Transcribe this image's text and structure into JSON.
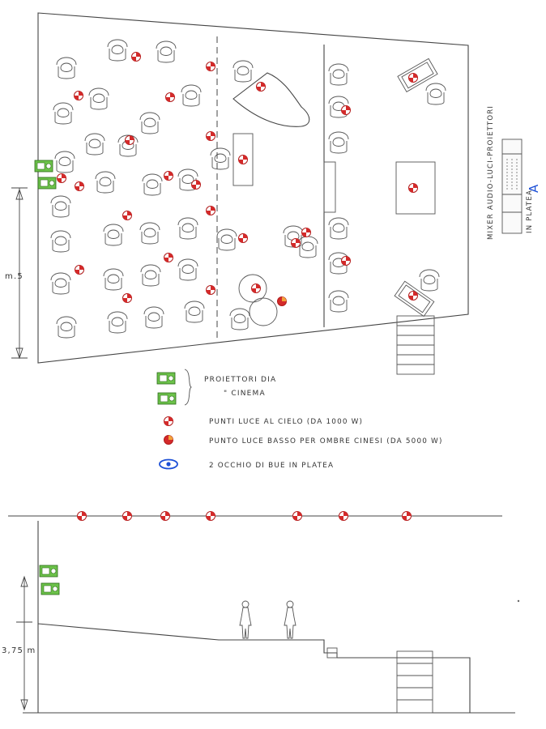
{
  "plan": {
    "dimension_label": "m.5",
    "mixer_label": "MIXER AUDIO-LUCI-PROIETTORI",
    "mixer_label_2": "IN PLATEA",
    "mixer_letter": "A"
  },
  "legend": {
    "projectors_line1": "PROIETTORI DIA",
    "projectors_line2": "\" CINEMA",
    "ceiling_lights": "PUNTI LUCE AL CIELO (DA 1000 W)",
    "low_light": "PUNTO LUCE BASSO PER OMBRE CINESI (DA 5000 W)",
    "bullseye": "2 OCCHIO DI BUE IN PLATEA"
  },
  "section": {
    "height_label": "3,75 m"
  },
  "colors": {
    "light_red": "#d42a2a",
    "projector_green": "#6cc24a",
    "bullseye_blue": "#1c4fd6",
    "ink": "#444444"
  },
  "icons": [
    "stage-light-icon",
    "projector-icon",
    "low-light-icon",
    "eye-icon",
    "chair-icon",
    "person-silhouette-icon",
    "mixer-desk-icon"
  ]
}
